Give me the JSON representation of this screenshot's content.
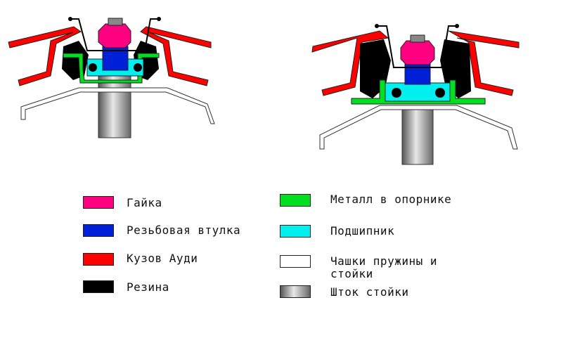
{
  "legend": {
    "left": [
      {
        "label": "Гайка",
        "color": "#ff0080"
      },
      {
        "label": "Резьбовая втулка",
        "color": "#0020d8"
      },
      {
        "label": "Кузов Ауди",
        "color": "#ff0000"
      },
      {
        "label": "Резина",
        "color": "#000000"
      }
    ],
    "right": [
      {
        "label": "Металл в опорнике",
        "color": "#00e020"
      },
      {
        "label": "Подшипник",
        "color": "#00f0f0"
      },
      {
        "label": "Чашки пружины и стойки",
        "color": "#ffffff"
      },
      {
        "label": "Шток стойки",
        "color": "gradient-gray"
      }
    ]
  },
  "colors": {
    "nut": "#ff0080",
    "threaded_bushing": "#0020d8",
    "audi_body": "#ff0000",
    "rubber": "#000000",
    "metal": "#00e020",
    "bearing": "#00f0f0",
    "spring_cups": "#ffffff",
    "strut_rod": "#a0a0a0"
  }
}
